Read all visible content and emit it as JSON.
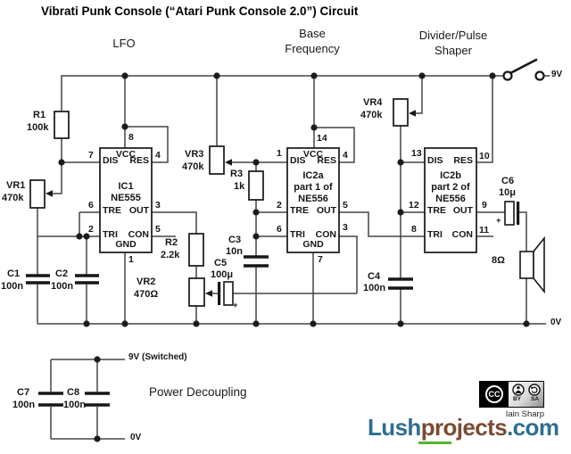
{
  "title": "Vibrati Punk Console (“Atari Punk Console 2.0”) Circuit",
  "sections": {
    "lfo": "LFO",
    "base": [
      "Base",
      "Frequency"
    ],
    "divider": [
      "Divider/Pulse",
      "Shaper"
    ]
  },
  "rails": {
    "v9": "9V",
    "v0": "0V",
    "v9_switched": "9V (Switched)",
    "v0_decoupling": "0V"
  },
  "components": {
    "r1": {
      "ref": "R1",
      "value": "100k"
    },
    "r2": {
      "ref": "R2",
      "value": "2.2k"
    },
    "r3": {
      "ref": "R3",
      "value": "1k"
    },
    "vr1": {
      "ref": "VR1",
      "value": "470k"
    },
    "vr2": {
      "ref": "VR2",
      "value": "470Ω"
    },
    "vr3": {
      "ref": "VR3",
      "value": "470k"
    },
    "vr4": {
      "ref": "VR4",
      "value": "470k"
    },
    "c1": {
      "ref": "C1",
      "value": "100n"
    },
    "c2": {
      "ref": "C2",
      "value": "100n"
    },
    "c3": {
      "ref": "C3",
      "value": "10n"
    },
    "c4": {
      "ref": "C4",
      "value": "100n"
    },
    "c5": {
      "ref": "C5",
      "value": "100μ",
      "polarity": "+"
    },
    "c6": {
      "ref": "C6",
      "value": "10μ",
      "polarity": "+"
    },
    "c7": {
      "ref": "C7",
      "value": "100n"
    },
    "c8": {
      "ref": "C8",
      "value": "100n"
    },
    "speaker": {
      "value": "8Ω"
    }
  },
  "ics": {
    "ic1": {
      "name": "IC1",
      "part": "NE555",
      "pins": {
        "vcc": {
          "n": "8",
          "label": "VCC"
        },
        "dis": {
          "n": "7",
          "label": "DIS"
        },
        "tre": {
          "n": "6",
          "label": "TRE"
        },
        "tri": {
          "n": "2",
          "label": "TRI"
        },
        "gnd": {
          "n": "1",
          "label": "GND"
        },
        "res": {
          "n": "4",
          "label": "RES"
        },
        "out": {
          "n": "3",
          "label": "OUT"
        },
        "con": {
          "n": "5",
          "label": "CON"
        }
      }
    },
    "ic2a": {
      "name": "IC2a",
      "part": [
        "part 1 of",
        "NE556"
      ],
      "pins": {
        "vcc": {
          "n": "14",
          "label": "VCC"
        },
        "dis": {
          "n": "1",
          "label": "DIS"
        },
        "tre": {
          "n": "2",
          "label": "TRE"
        },
        "tri": {
          "n": "6",
          "label": "TRI"
        },
        "gnd": {
          "n": "7",
          "label": "GND"
        },
        "res": {
          "n": "4",
          "label": "RES"
        },
        "out": {
          "n": "5",
          "label": "OUT"
        },
        "con": {
          "n": "3",
          "label": "CON"
        }
      }
    },
    "ic2b": {
      "name": "IC2b",
      "part": [
        "part 2 of",
        "NE556"
      ],
      "pins": {
        "dis": {
          "n": "13",
          "label": "DIS"
        },
        "tre": {
          "n": "12",
          "label": "TRE"
        },
        "tri": {
          "n": "8",
          "label": "TRI"
        },
        "res": {
          "n": "10",
          "label": "RES"
        },
        "out": {
          "n": "9",
          "label": "OUT"
        },
        "con": {
          "n": "11",
          "label": "CON"
        }
      }
    }
  },
  "decoupling_title": "Power Decoupling",
  "footer": {
    "author": "Iain Sharp",
    "logo": {
      "lush": "Lush",
      "projects": "projects",
      "dotcom": ".com",
      "lush_color": "#2e6e8e",
      "projects_color": "#7b4a33",
      "underline_color": "#55b42c"
    },
    "license": {
      "cc": "CC",
      "by": "BY",
      "sa": "SA"
    }
  },
  "colors": {
    "wire": "#454545"
  }
}
